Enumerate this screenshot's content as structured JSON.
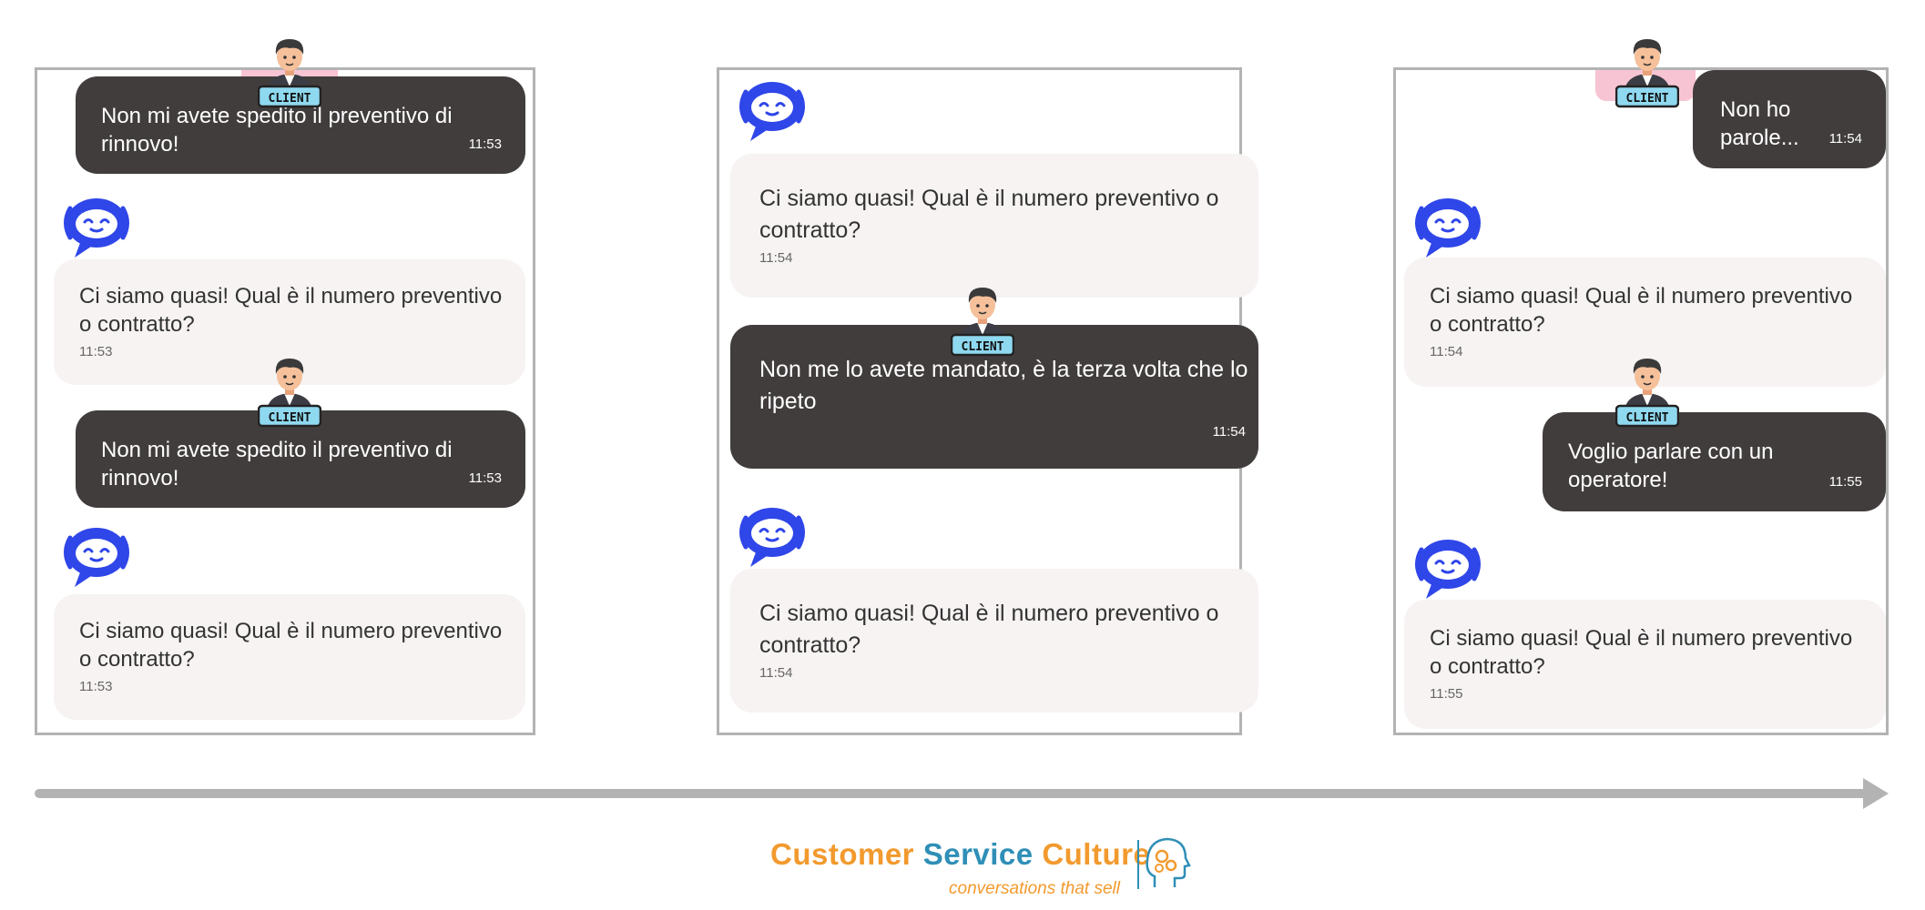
{
  "client_badge": "CLIENT",
  "colors": {
    "client_bubble": "#423d3d",
    "bot_bubble": "#f6f3f2",
    "bot_avatar": "#2f46e8",
    "badge": "#8fd9f0",
    "pink_tab": "#f7c4d3",
    "timeline": "#b3b3b3",
    "logo_orange": "#f29a2e",
    "logo_blue": "#2f8fb7"
  },
  "panel1": {
    "m1": {
      "text": "Non mi avete spedito il preventivo di rinnovo!",
      "time": "11:53"
    },
    "m2": {
      "text": "Ci siamo quasi! Qual è il numero preventivo o contratto?",
      "time": "11:53"
    },
    "m3": {
      "text": "Non mi avete spedito il preventivo di rinnovo!",
      "time": "11:53"
    },
    "m4": {
      "text": "Ci siamo quasi! Qual è il numero preventivo o contratto?",
      "time": "11:53"
    }
  },
  "panel2": {
    "m1": {
      "text": "Ci siamo quasi! Qual è il numero preventivo o contratto?",
      "time": "11:54"
    },
    "m2": {
      "text": "Non me lo avete mandato, è la terza volta che lo ripeto",
      "time": "11:54"
    },
    "m3": {
      "text": "Ci siamo quasi! Qual è il numero preventivo o contratto?",
      "time": "11:54"
    }
  },
  "panel3": {
    "m1": {
      "text": "Non ho parole...",
      "time": "11:54"
    },
    "m2": {
      "text": "Ci siamo quasi! Qual è il numero preventivo o contratto?",
      "time": "11:54"
    },
    "m3": {
      "text": "Voglio parlare con un operatore!",
      "time": "11:55"
    },
    "m4": {
      "text": "Ci siamo quasi! Qual è il numero preventivo o contratto?",
      "time": "11:55"
    }
  },
  "logo": {
    "word1": "Customer",
    "word2": "Service",
    "word3": "Culture",
    "tagline": "conversations that sell",
    "icon": "head-gears-icon"
  }
}
